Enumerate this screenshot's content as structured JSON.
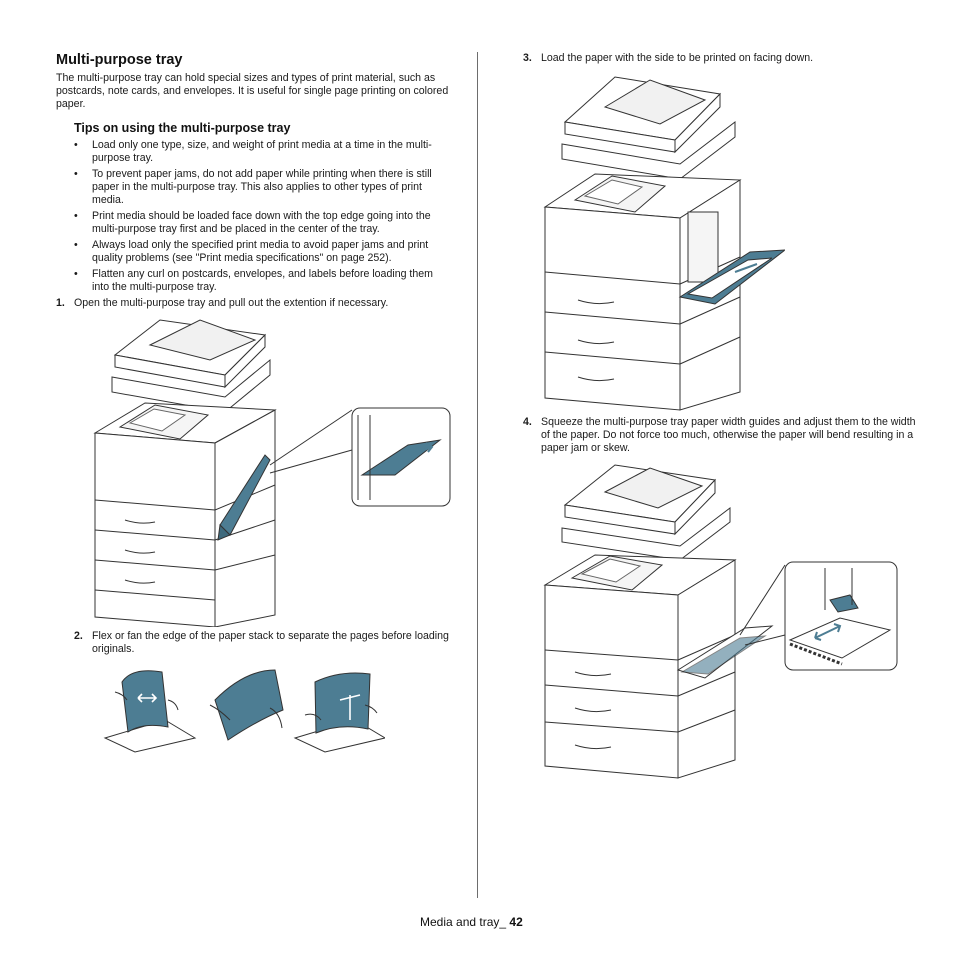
{
  "section": {
    "title": "Multi-purpose tray",
    "intro": "The multi-purpose tray can hold special sizes and types of print material, such as postcards, note cards, and envelopes. It is useful for single page printing on colored paper."
  },
  "tips": {
    "title": "Tips on using the multi-purpose tray",
    "items": [
      "Load only one type, size, and weight of print media at a time in the multi-purpose tray.",
      "To prevent paper jams, do not add paper while printing when there is still paper in the multi-purpose tray. This also applies to other types of print media.",
      "Print media should be loaded face down with the top edge going into the multi-purpose tray first and be placed in the center of the tray.",
      "Always load only the specified print media to avoid paper jams and print quality problems (see \"Print media specifications\" on page 252).",
      "Flatten any curl on postcards, envelopes, and labels before loading them into the multi-purpose tray."
    ]
  },
  "steps": [
    {
      "num": "1.",
      "text": "Open the multi-purpose tray and pull out the extention if necessary."
    },
    {
      "num": "2.",
      "text": "Flex or fan the edge of the paper stack to separate the pages before loading originals."
    },
    {
      "num": "3.",
      "text": "Load the paper with the side to be printed on facing down."
    },
    {
      "num": "4.",
      "text": "Squeeze the multi-purpose tray paper width guides and adjust them to the width of the paper. Do not force too much, otherwise the paper will bend resulting in a paper jam or skew."
    }
  ],
  "footer": {
    "label": "Media and tray_",
    "page": "42"
  },
  "colors": {
    "accent": "#4d7d93",
    "line": "#333333"
  }
}
